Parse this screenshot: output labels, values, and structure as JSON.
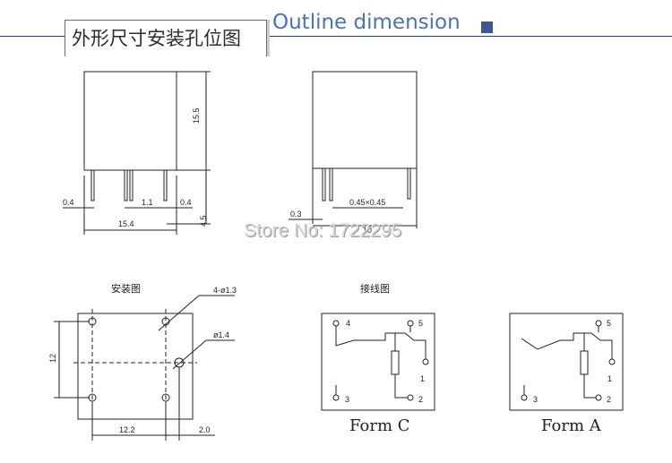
{
  "header": {
    "title_cn": "外形尺寸安装孔位图",
    "title_en": "Outline dimension"
  },
  "watermark": "Store No: 1722295",
  "dimensions": {
    "height": "15.5",
    "pin_width": "0.4",
    "pin_spacing": "1.1",
    "pin_width_right": "0.4",
    "pin_length": "4.5",
    "body_width": "15.4",
    "pin_offset": "0.3",
    "pin_section": "0.45×0.45",
    "body_depth": "10"
  },
  "mounting": {
    "title": "安装图",
    "hole_callout": "4-ø1.3",
    "hole_dia": "ø1.4",
    "height": "12",
    "x_spacing": "12.2",
    "x_offset": "2.0"
  },
  "wiring": {
    "title": "接线图",
    "form_c": {
      "label": "Form C",
      "pins": [
        "4",
        "5",
        "1",
        "3",
        "2"
      ]
    },
    "form_a": {
      "label": "Form A",
      "pins": [
        "5",
        "1",
        "3",
        "2"
      ]
    }
  }
}
